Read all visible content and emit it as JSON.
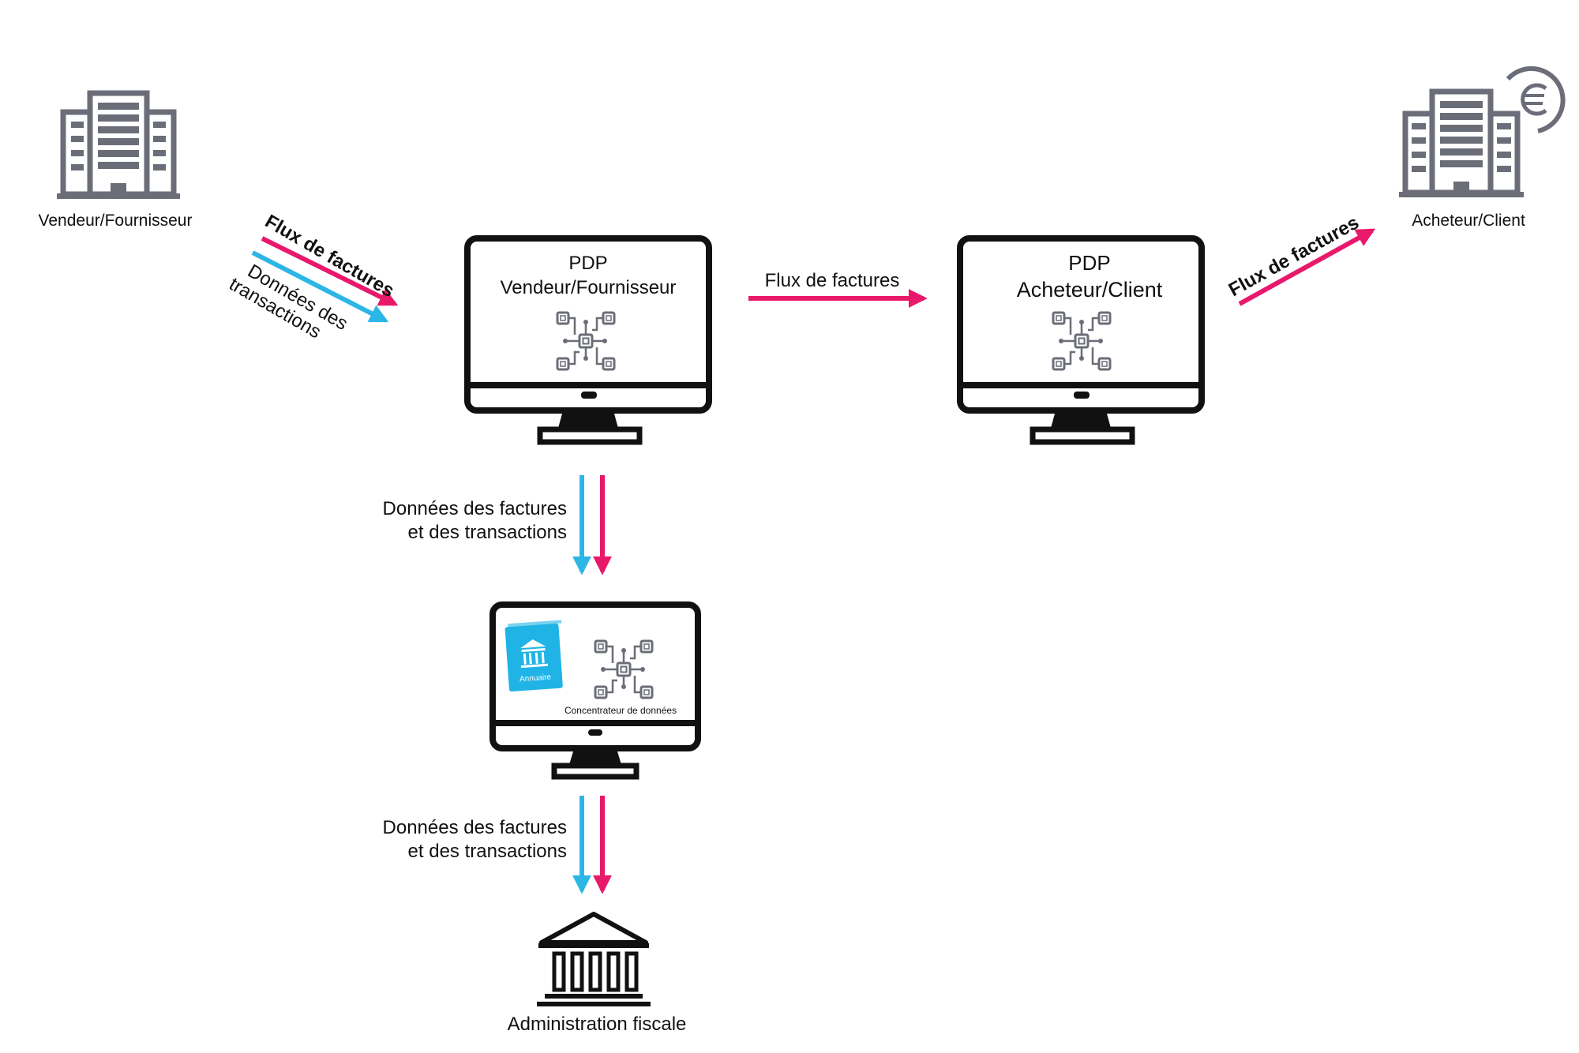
{
  "colors": {
    "pink": "#e8196b",
    "blue": "#2bb6e6",
    "dark": "#111111",
    "grey": "#6b6d78",
    "annuaire_blue": "#1fb4e5"
  },
  "icons": {
    "vendeur_building": "building-icon",
    "acheteur_building": "building-euro-icon",
    "pdp_monitor": "monitor-icon",
    "circuit": "circuit-board-icon",
    "annuaire": "directory-book-icon",
    "administration": "government-building-icon"
  },
  "nodes": {
    "vendeur": {
      "label": "Vendeur/Fournisseur"
    },
    "acheteur": {
      "label": "Acheteur/Client"
    },
    "pdp_vendeur": {
      "title": "PDP",
      "subtitle": "Vendeur/Fournisseur"
    },
    "pdp_acheteur": {
      "title": "PDP",
      "subtitle": "Acheteur/Client"
    },
    "concentrateur": {
      "annuaire_label": "Annuaire",
      "label": "Concentrateur de données"
    },
    "administration": {
      "label": "Administration fiscale"
    }
  },
  "edges": {
    "vendeur_to_pdp": {
      "invoice_label": "Flux de factures",
      "data_label_line1": "Données des",
      "data_label_line2": "transactions"
    },
    "pdp_to_pdp": {
      "label": "Flux de factures"
    },
    "pdp_to_acheteur": {
      "label": "Flux de factures"
    },
    "pdp_to_concentrateur": {
      "line1": "Données des factures",
      "line2": "et des transactions"
    },
    "concentrateur_to_admin": {
      "line1": "Données des factures",
      "line2": "et des transactions"
    }
  }
}
